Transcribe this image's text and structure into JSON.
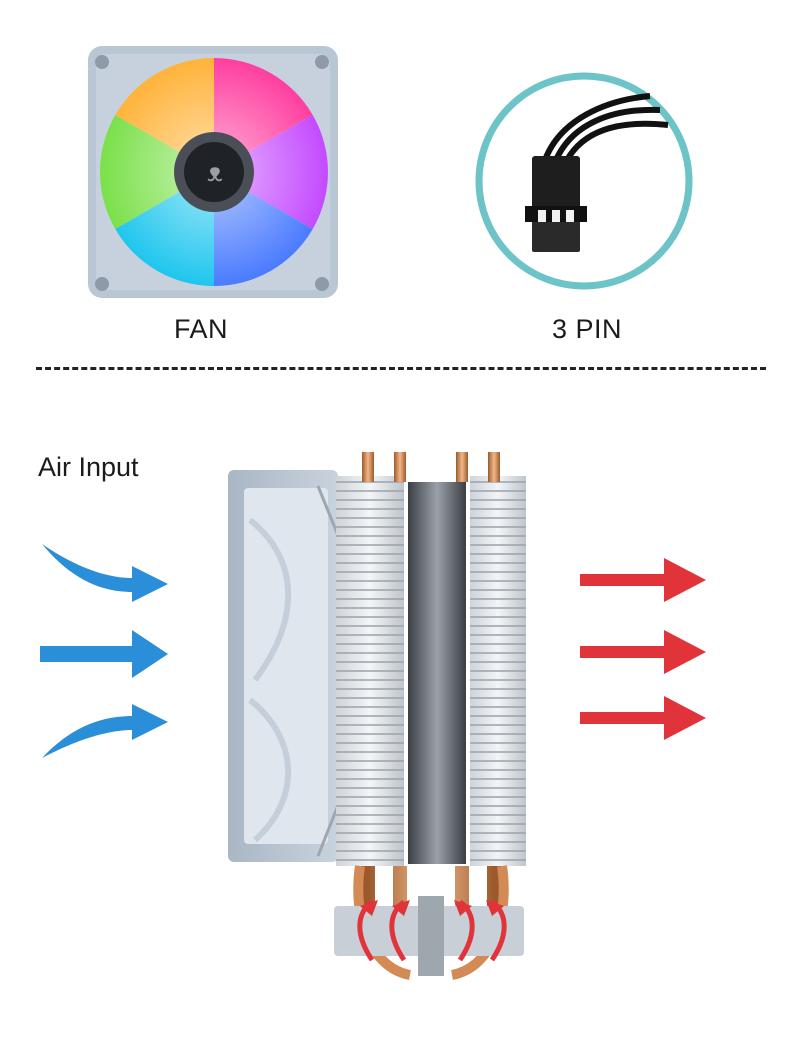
{
  "labels": {
    "fan": "FAN",
    "connector": "3 PIN",
    "air_input": "Air Input"
  },
  "colors": {
    "frame": "#b9c6d4",
    "ring": "#6cc3c8",
    "cool_arrow": "#2a8fd8",
    "warm_arrow": "#e0333a",
    "copper": "#d48a55"
  },
  "icons": [
    "rgb-fan-icon",
    "three-pin-connector-icon",
    "cpu-cooler-icon",
    "cool-air-arrow-icon",
    "warm-air-arrow-icon",
    "heat-flow-arrow-icon"
  ]
}
